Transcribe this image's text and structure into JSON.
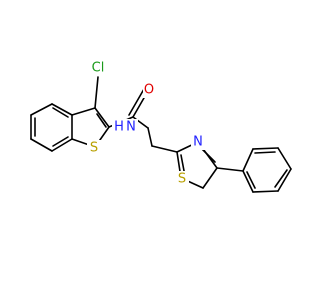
{
  "molecule": {
    "atoms": {
      "cl": {
        "text": "Cl",
        "color": "#1a9a1a"
      },
      "o": {
        "text": "O",
        "color": "#e00000"
      },
      "nh": {
        "text": "N",
        "color": "#2020ff",
        "h": "H"
      },
      "s1": {
        "text": "S",
        "color": "#b8a000"
      },
      "n2": {
        "text": "N",
        "color": "#2020ff"
      },
      "s2": {
        "text": "S",
        "color": "#b8a000"
      }
    },
    "bond_color": "#000000"
  }
}
